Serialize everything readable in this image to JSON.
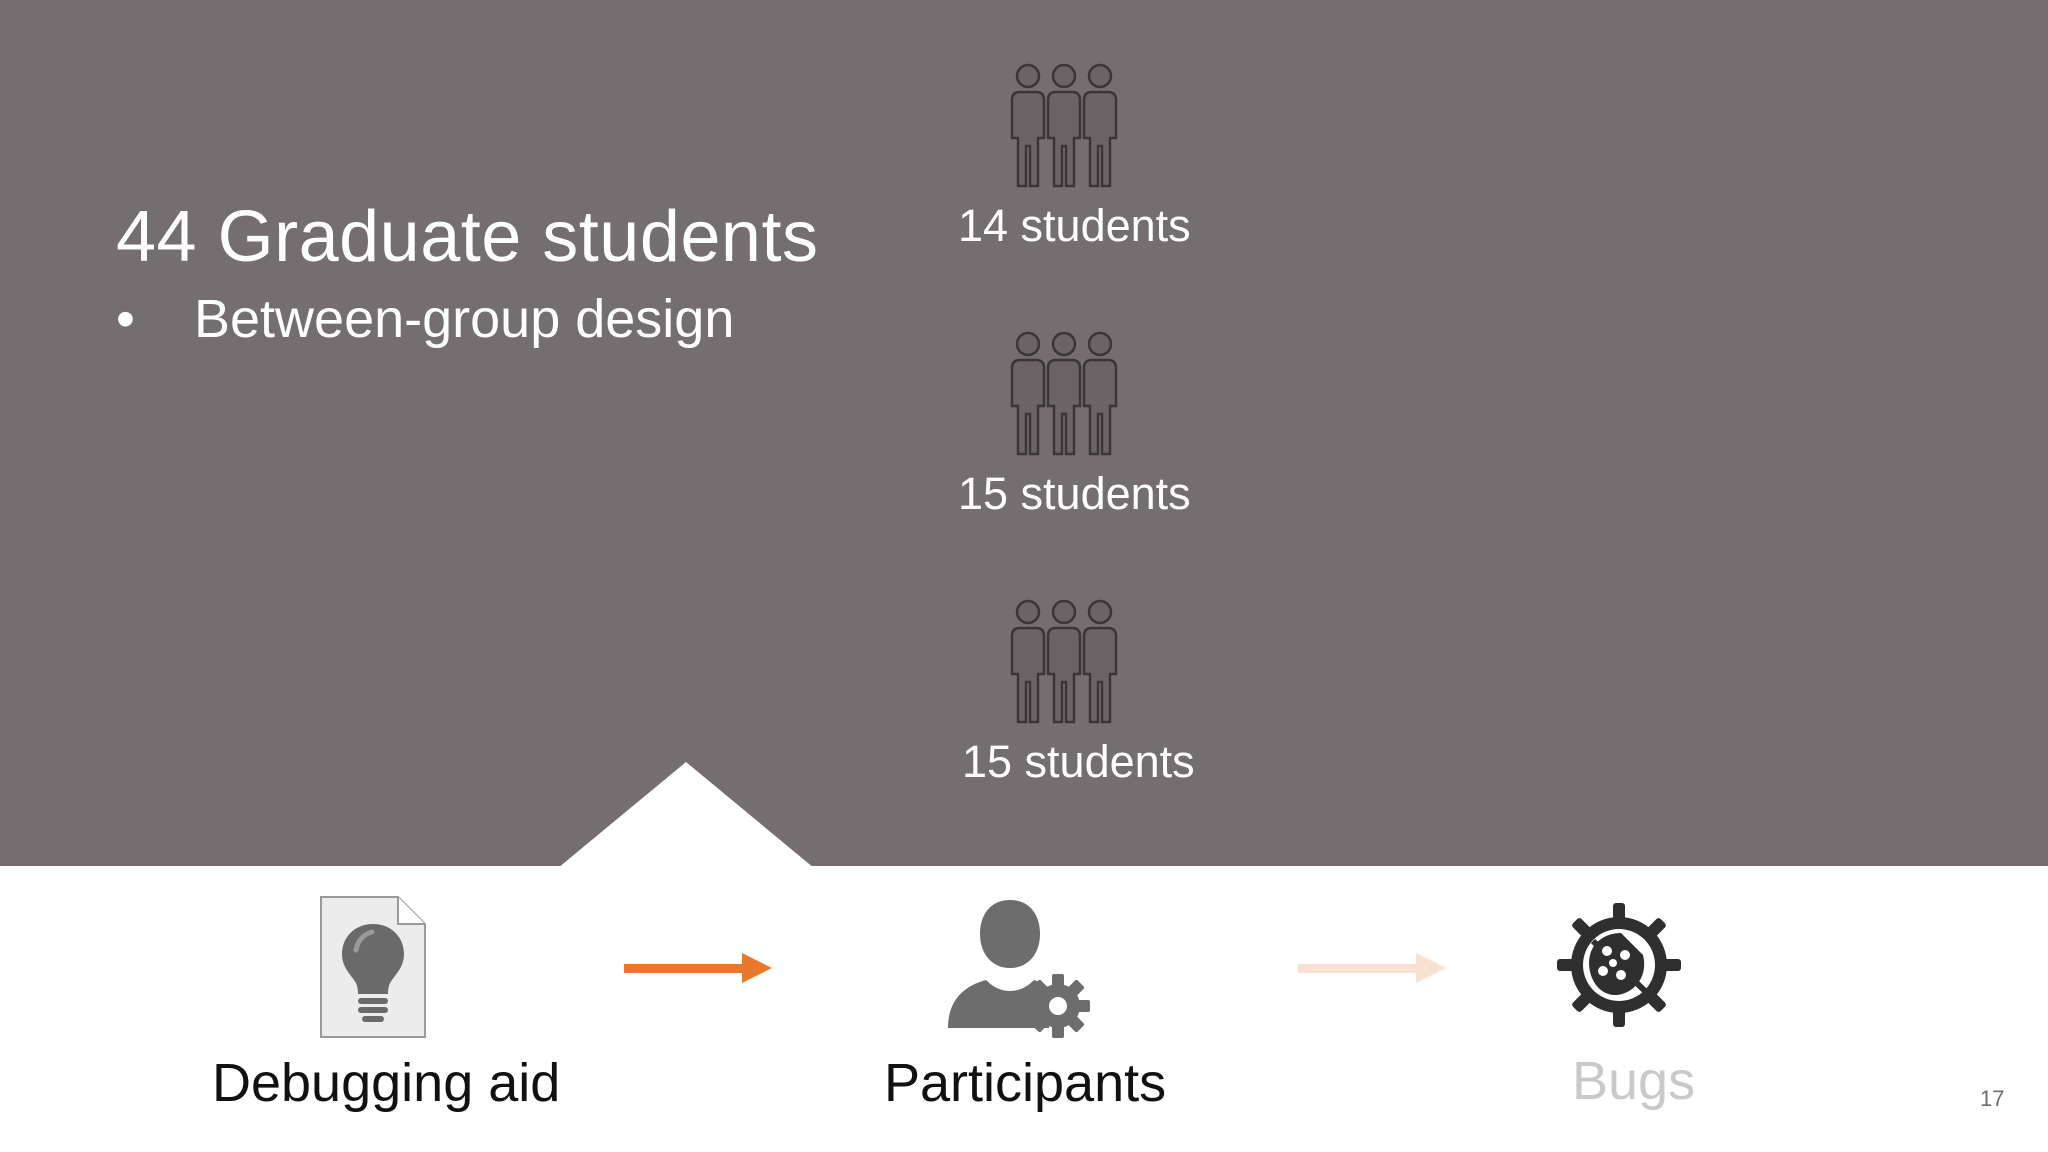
{
  "slide": {
    "title": "44 Graduate students",
    "bullet_marker": "•",
    "bullet": "Between-group design",
    "groups": [
      {
        "count_label": "14 students",
        "icon": "people-group-icon"
      },
      {
        "count_label": "15 students",
        "icon": "people-group-icon"
      },
      {
        "count_label": "15 students",
        "icon": "people-group-icon"
      }
    ],
    "flow": [
      {
        "label": "Debugging aid",
        "icon": "lightbulb-document-icon",
        "state": "normal"
      },
      {
        "label": "Participants",
        "icon": "user-gear-icon",
        "state": "normal"
      },
      {
        "label": "Bugs",
        "icon": "bug-icon",
        "state": "faded"
      }
    ],
    "arrows": [
      {
        "icon": "arrow-right-icon",
        "color": "#e8782e"
      },
      {
        "icon": "arrow-right-icon",
        "color": "#f9e1d2"
      }
    ],
    "page_number": "17"
  },
  "colors": {
    "panel": "#746e71",
    "accent": "#e8782e",
    "icon_gray": "#6d6d6d"
  }
}
